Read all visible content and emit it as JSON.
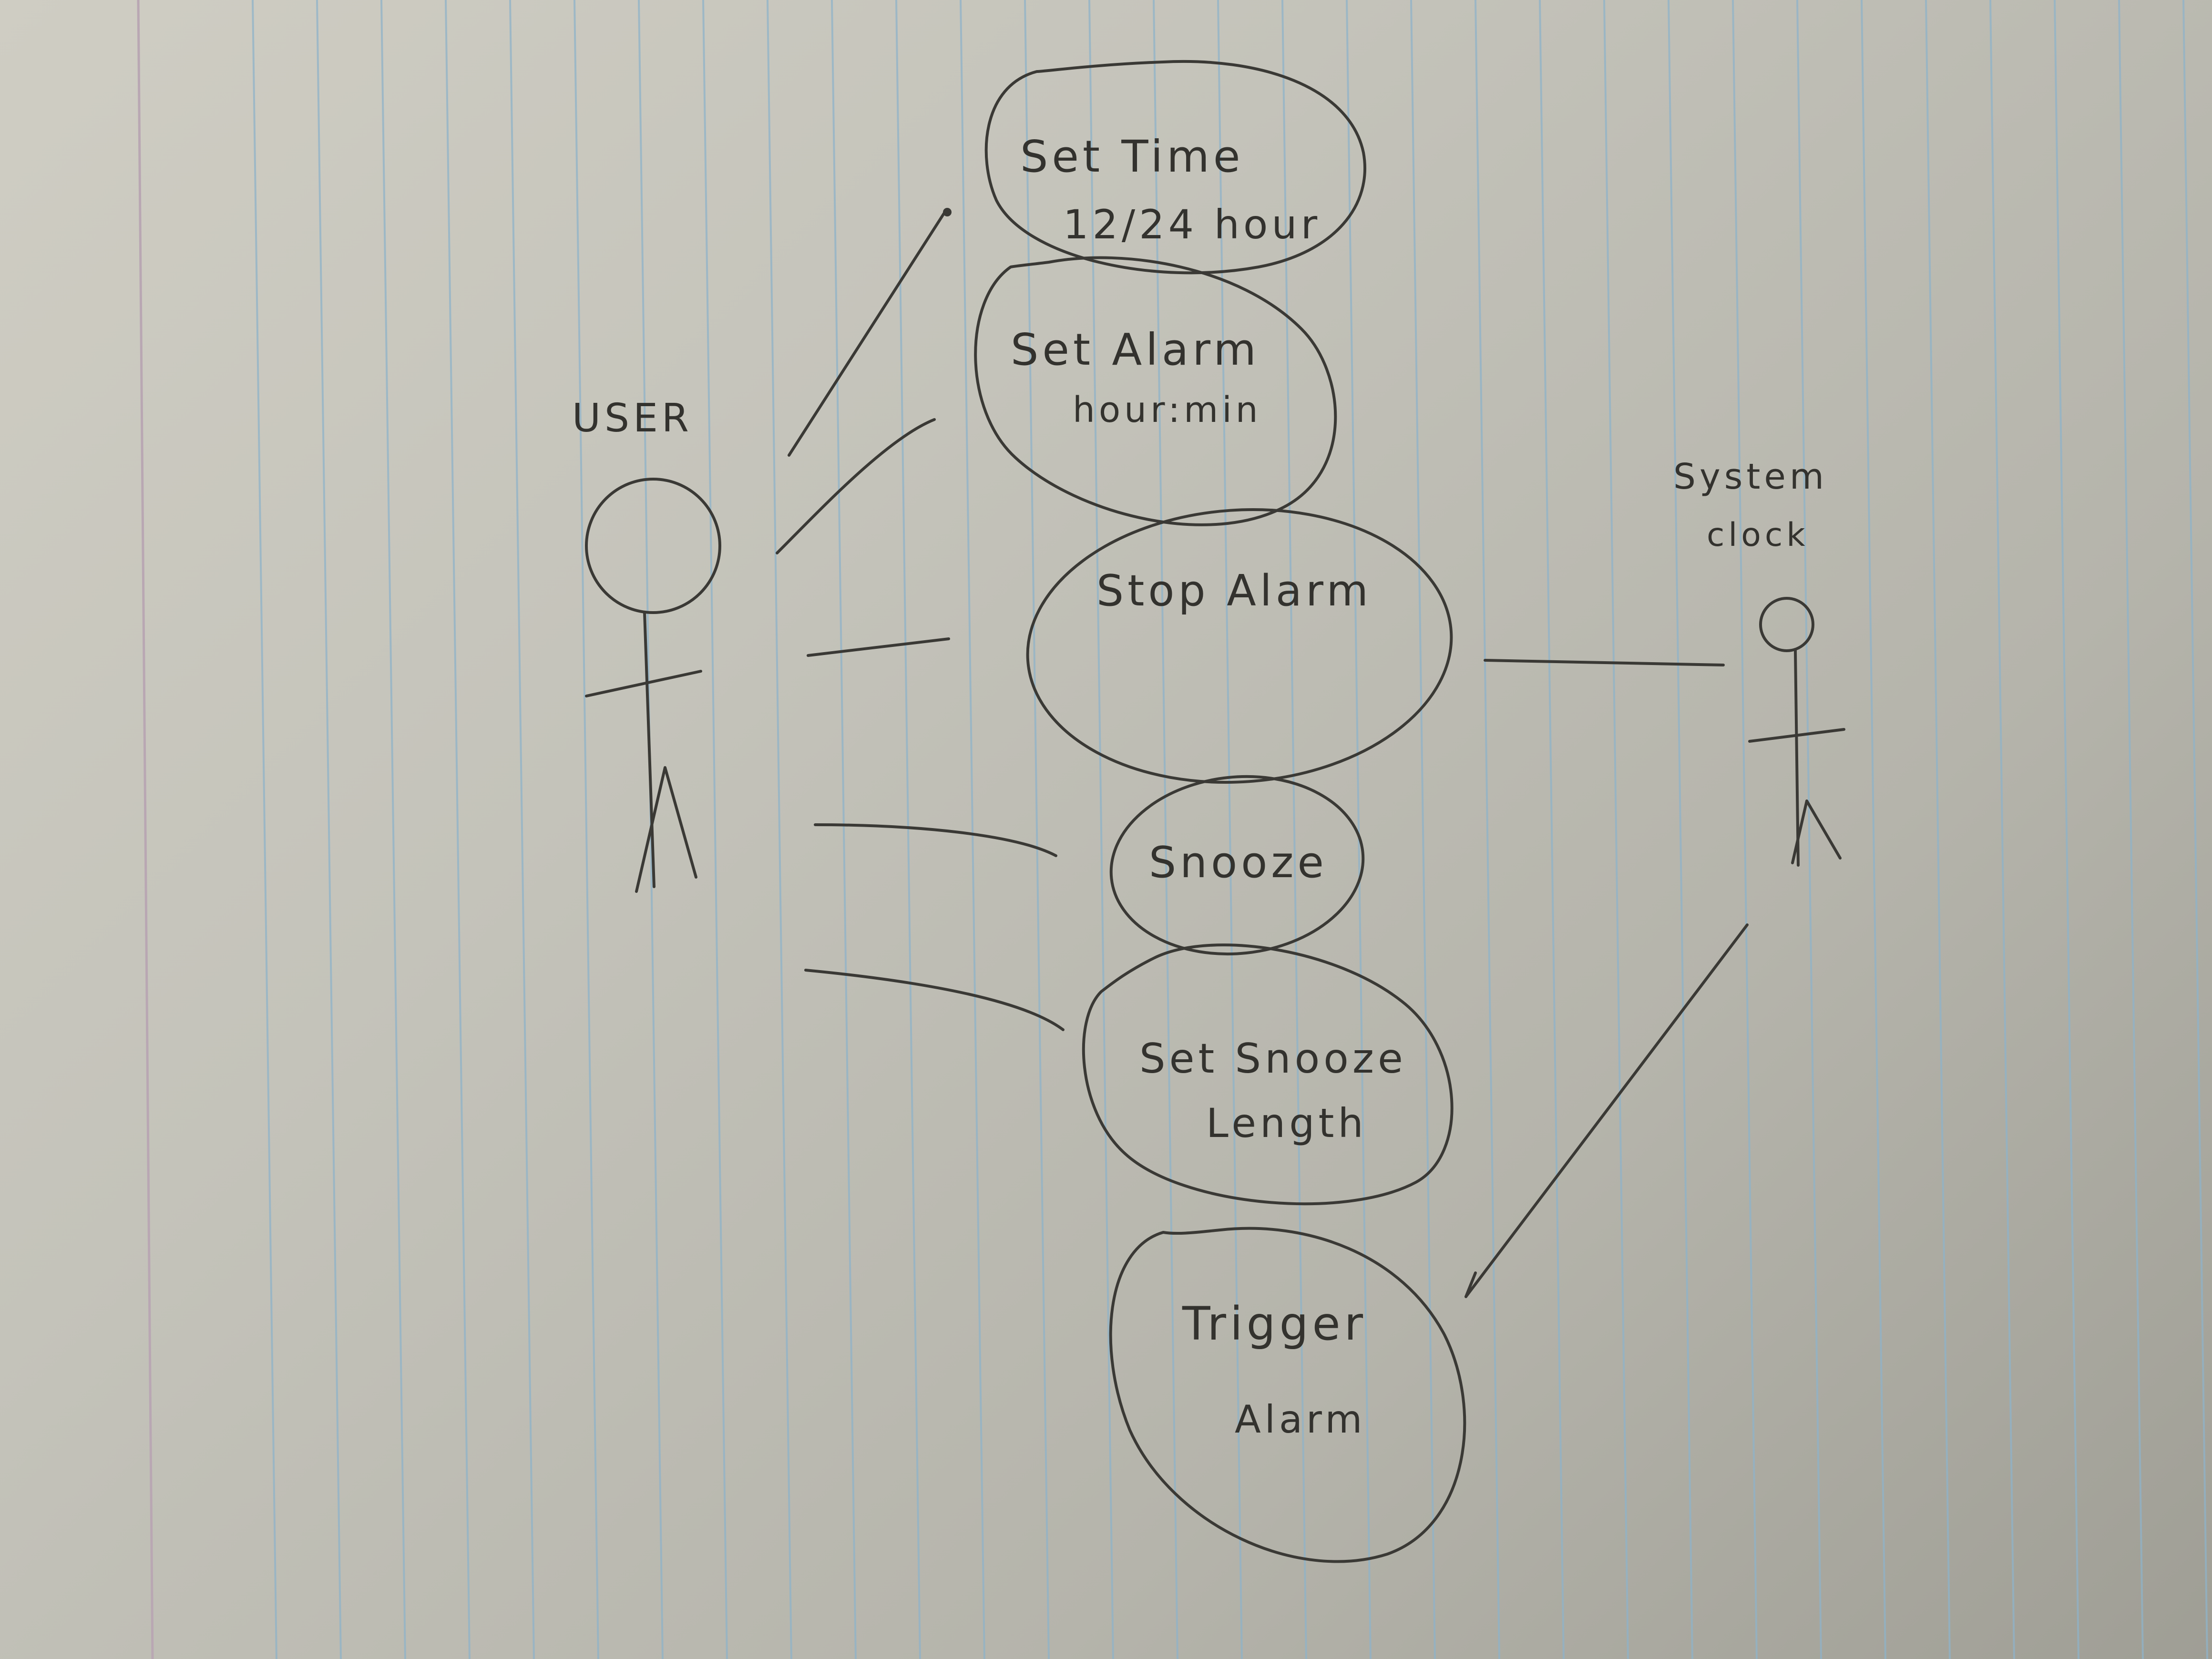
{
  "diagram": {
    "type": "use-case",
    "actors": [
      {
        "id": "user",
        "label": "USER"
      },
      {
        "id": "system-clock",
        "label_line1": "System",
        "label_line2": "clock"
      }
    ],
    "use_cases": [
      {
        "id": "set-time",
        "line1": "Set Time",
        "line2": "12/24 hour"
      },
      {
        "id": "set-alarm",
        "line1": "Set Alarm",
        "line2": "hour:min"
      },
      {
        "id": "stop-alarm",
        "line1": "Stop Alarm"
      },
      {
        "id": "snooze",
        "line1": "Snooze"
      },
      {
        "id": "set-snooze-length",
        "line1": "Set Snooze",
        "line2": "Length"
      },
      {
        "id": "trigger-alarm",
        "line1": "Trigger",
        "line2": "Alarm"
      }
    ],
    "associations": [
      {
        "from": "user",
        "to": "set-time"
      },
      {
        "from": "user",
        "to": "set-alarm"
      },
      {
        "from": "user",
        "to": "stop-alarm"
      },
      {
        "from": "user",
        "to": "snooze"
      },
      {
        "from": "user",
        "to": "set-snooze-length"
      },
      {
        "from": "system-clock",
        "to": "stop-alarm"
      },
      {
        "from": "system-clock",
        "to": "trigger-alarm"
      }
    ]
  }
}
